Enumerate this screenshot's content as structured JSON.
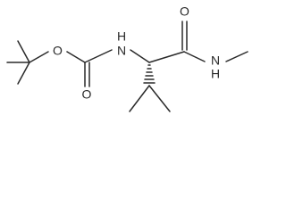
{
  "molecule": {
    "atom_labels": {
      "carbamate_ether_oxygen": "O",
      "carbamate_carbonyl_oxygen": "O",
      "carbamate_nitrogen": "N",
      "carbamate_nitrogen_h": "H",
      "amide_carbonyl_oxygen": "O",
      "amide_nitrogen": "N",
      "amide_nitrogen_h": "H"
    },
    "stereo": {
      "alpha_carbon_to_isopropyl": "hashed-wedge"
    },
    "colors": {
      "bond": "#2a2a2a",
      "label": "#2a2a2a",
      "background": "#ffffff"
    }
  }
}
